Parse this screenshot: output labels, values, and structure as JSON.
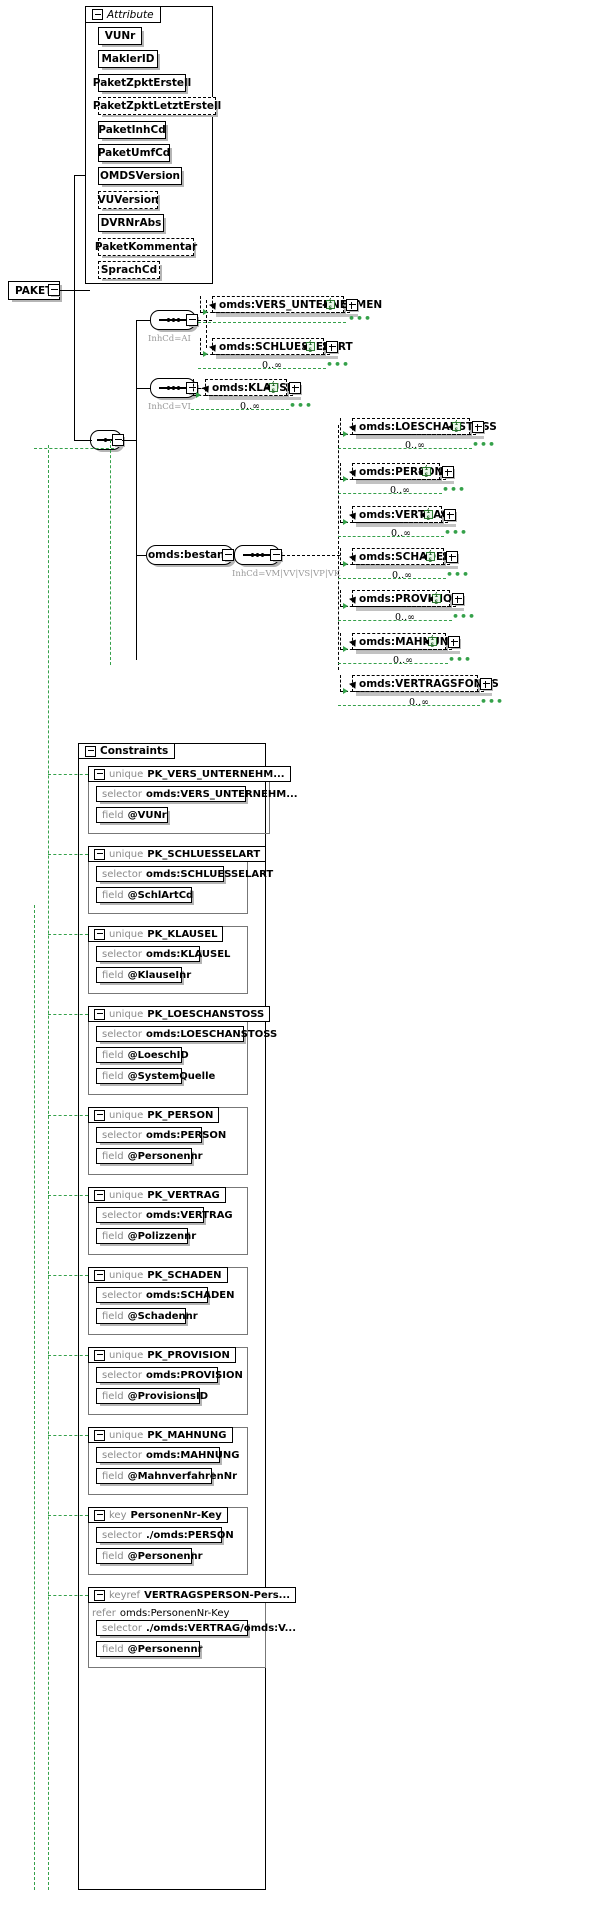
{
  "root": {
    "label": "PAKET"
  },
  "attribute_group": {
    "title": "Attribute",
    "items": [
      {
        "label": "VUNr",
        "optional": false
      },
      {
        "label": "MaklerID",
        "optional": false
      },
      {
        "label": "PaketZpktErstell",
        "optional": false
      },
      {
        "label": "PaketZpktLetztErstell",
        "optional": true
      },
      {
        "label": "PaketInhCd",
        "optional": false
      },
      {
        "label": "PaketUmfCd",
        "optional": false
      },
      {
        "label": "OMDSVersion",
        "optional": false
      },
      {
        "label": "VUVersion",
        "optional": true
      },
      {
        "label": "DVRNrAbs",
        "optional": false
      },
      {
        "label": "PaketKommentar",
        "optional": true
      },
      {
        "label": "SprachCd",
        "optional": true
      }
    ]
  },
  "branches": [
    {
      "id": "branch-ai",
      "inhcd": "InhCd=AI",
      "elements": [
        {
          "label": "omds:VERS_UNTERNEHMEN",
          "badge": "i S",
          "cardinality": ""
        },
        {
          "label": "omds:SCHLUESSELART",
          "badge": "i S",
          "cardinality": "0..∞"
        }
      ]
    },
    {
      "id": "branch-vi",
      "inhcd": "InhCd=VI",
      "elements": [
        {
          "label": "omds:KLAUSEL",
          "badge": "i S",
          "cardinality": "0..∞"
        }
      ]
    },
    {
      "id": "branch-bestand",
      "node": "omds:bestand",
      "inhcd": "InhCd=VM|VV|VS|VP|VK",
      "elements": [
        {
          "label": "omds:LOESCHANSTOSS",
          "badge": "i S",
          "cardinality": "0..∞"
        },
        {
          "label": "omds:PERSON",
          "badge": "i S",
          "cardinality": "0..∞"
        },
        {
          "label": "omds:VERTRAG",
          "badge": "i S",
          "cardinality": "0..∞"
        },
        {
          "label": "omds:SCHADEN",
          "badge": "i S",
          "cardinality": "0..∞"
        },
        {
          "label": "omds:PROVISION",
          "badge": "i S",
          "cardinality": "0..∞"
        },
        {
          "label": "omds:MAHNUNG",
          "badge": "i S",
          "cardinality": "0..∞"
        },
        {
          "label": "omds:VERTRAGSFONDS",
          "badge": "",
          "cardinality": "0..∞"
        }
      ]
    }
  ],
  "constraints_group": {
    "title": "Constraints",
    "items": [
      {
        "kind": "unique",
        "name": "PK_VERS_UNTERNEHM...",
        "rows": [
          {
            "kw": "selector",
            "value": "omds:VERS_UNTERNEHM..."
          },
          {
            "kw": "field",
            "value": "@VUNr"
          }
        ]
      },
      {
        "kind": "unique",
        "name": "PK_SCHLUESSELART",
        "rows": [
          {
            "kw": "selector",
            "value": "omds:SCHLUESSELART"
          },
          {
            "kw": "field",
            "value": "@SchlArtCd"
          }
        ]
      },
      {
        "kind": "unique",
        "name": "PK_KLAUSEL",
        "rows": [
          {
            "kw": "selector",
            "value": "omds:KLAUSEL"
          },
          {
            "kw": "field",
            "value": "@KlauseInr"
          }
        ]
      },
      {
        "kind": "unique",
        "name": "PK_LOESCHANSTOSS",
        "rows": [
          {
            "kw": "selector",
            "value": "omds:LOESCHANSTOSS"
          },
          {
            "kw": "field",
            "value": "@LoeschID"
          },
          {
            "kw": "field",
            "value": "@SystemQuelle"
          }
        ]
      },
      {
        "kind": "unique",
        "name": "PK_PERSON",
        "rows": [
          {
            "kw": "selector",
            "value": "omds:PERSON"
          },
          {
            "kw": "field",
            "value": "@Personennr"
          }
        ]
      },
      {
        "kind": "unique",
        "name": "PK_VERTRAG",
        "rows": [
          {
            "kw": "selector",
            "value": "omds:VERTRAG"
          },
          {
            "kw": "field",
            "value": "@Polizzennr"
          }
        ]
      },
      {
        "kind": "unique",
        "name": "PK_SCHADEN",
        "rows": [
          {
            "kw": "selector",
            "value": "omds:SCHADEN"
          },
          {
            "kw": "field",
            "value": "@Schadennr"
          }
        ]
      },
      {
        "kind": "unique",
        "name": "PK_PROVISION",
        "rows": [
          {
            "kw": "selector",
            "value": "omds:PROVISION"
          },
          {
            "kw": "field",
            "value": "@ProvisionsID"
          }
        ]
      },
      {
        "kind": "unique",
        "name": "PK_MAHNUNG",
        "rows": [
          {
            "kw": "selector",
            "value": "omds:MAHNUNG"
          },
          {
            "kw": "field",
            "value": "@MahnverfahrenNr"
          }
        ]
      },
      {
        "kind": "key",
        "name": "PersonenNr-Key",
        "rows": [
          {
            "kw": "selector",
            "value": "./omds:PERSON"
          },
          {
            "kw": "field",
            "value": "@Personennr"
          }
        ]
      },
      {
        "kind": "keyref",
        "name": "VERTRAGSPERSON-Pers...",
        "refer_kw": "refer",
        "refer": "omds:PersonenNr-Key",
        "rows": [
          {
            "kw": "selector",
            "value": "./omds:VERTRAG/omds:V..."
          },
          {
            "kw": "field",
            "value": "@Personennr"
          }
        ]
      }
    ]
  }
}
